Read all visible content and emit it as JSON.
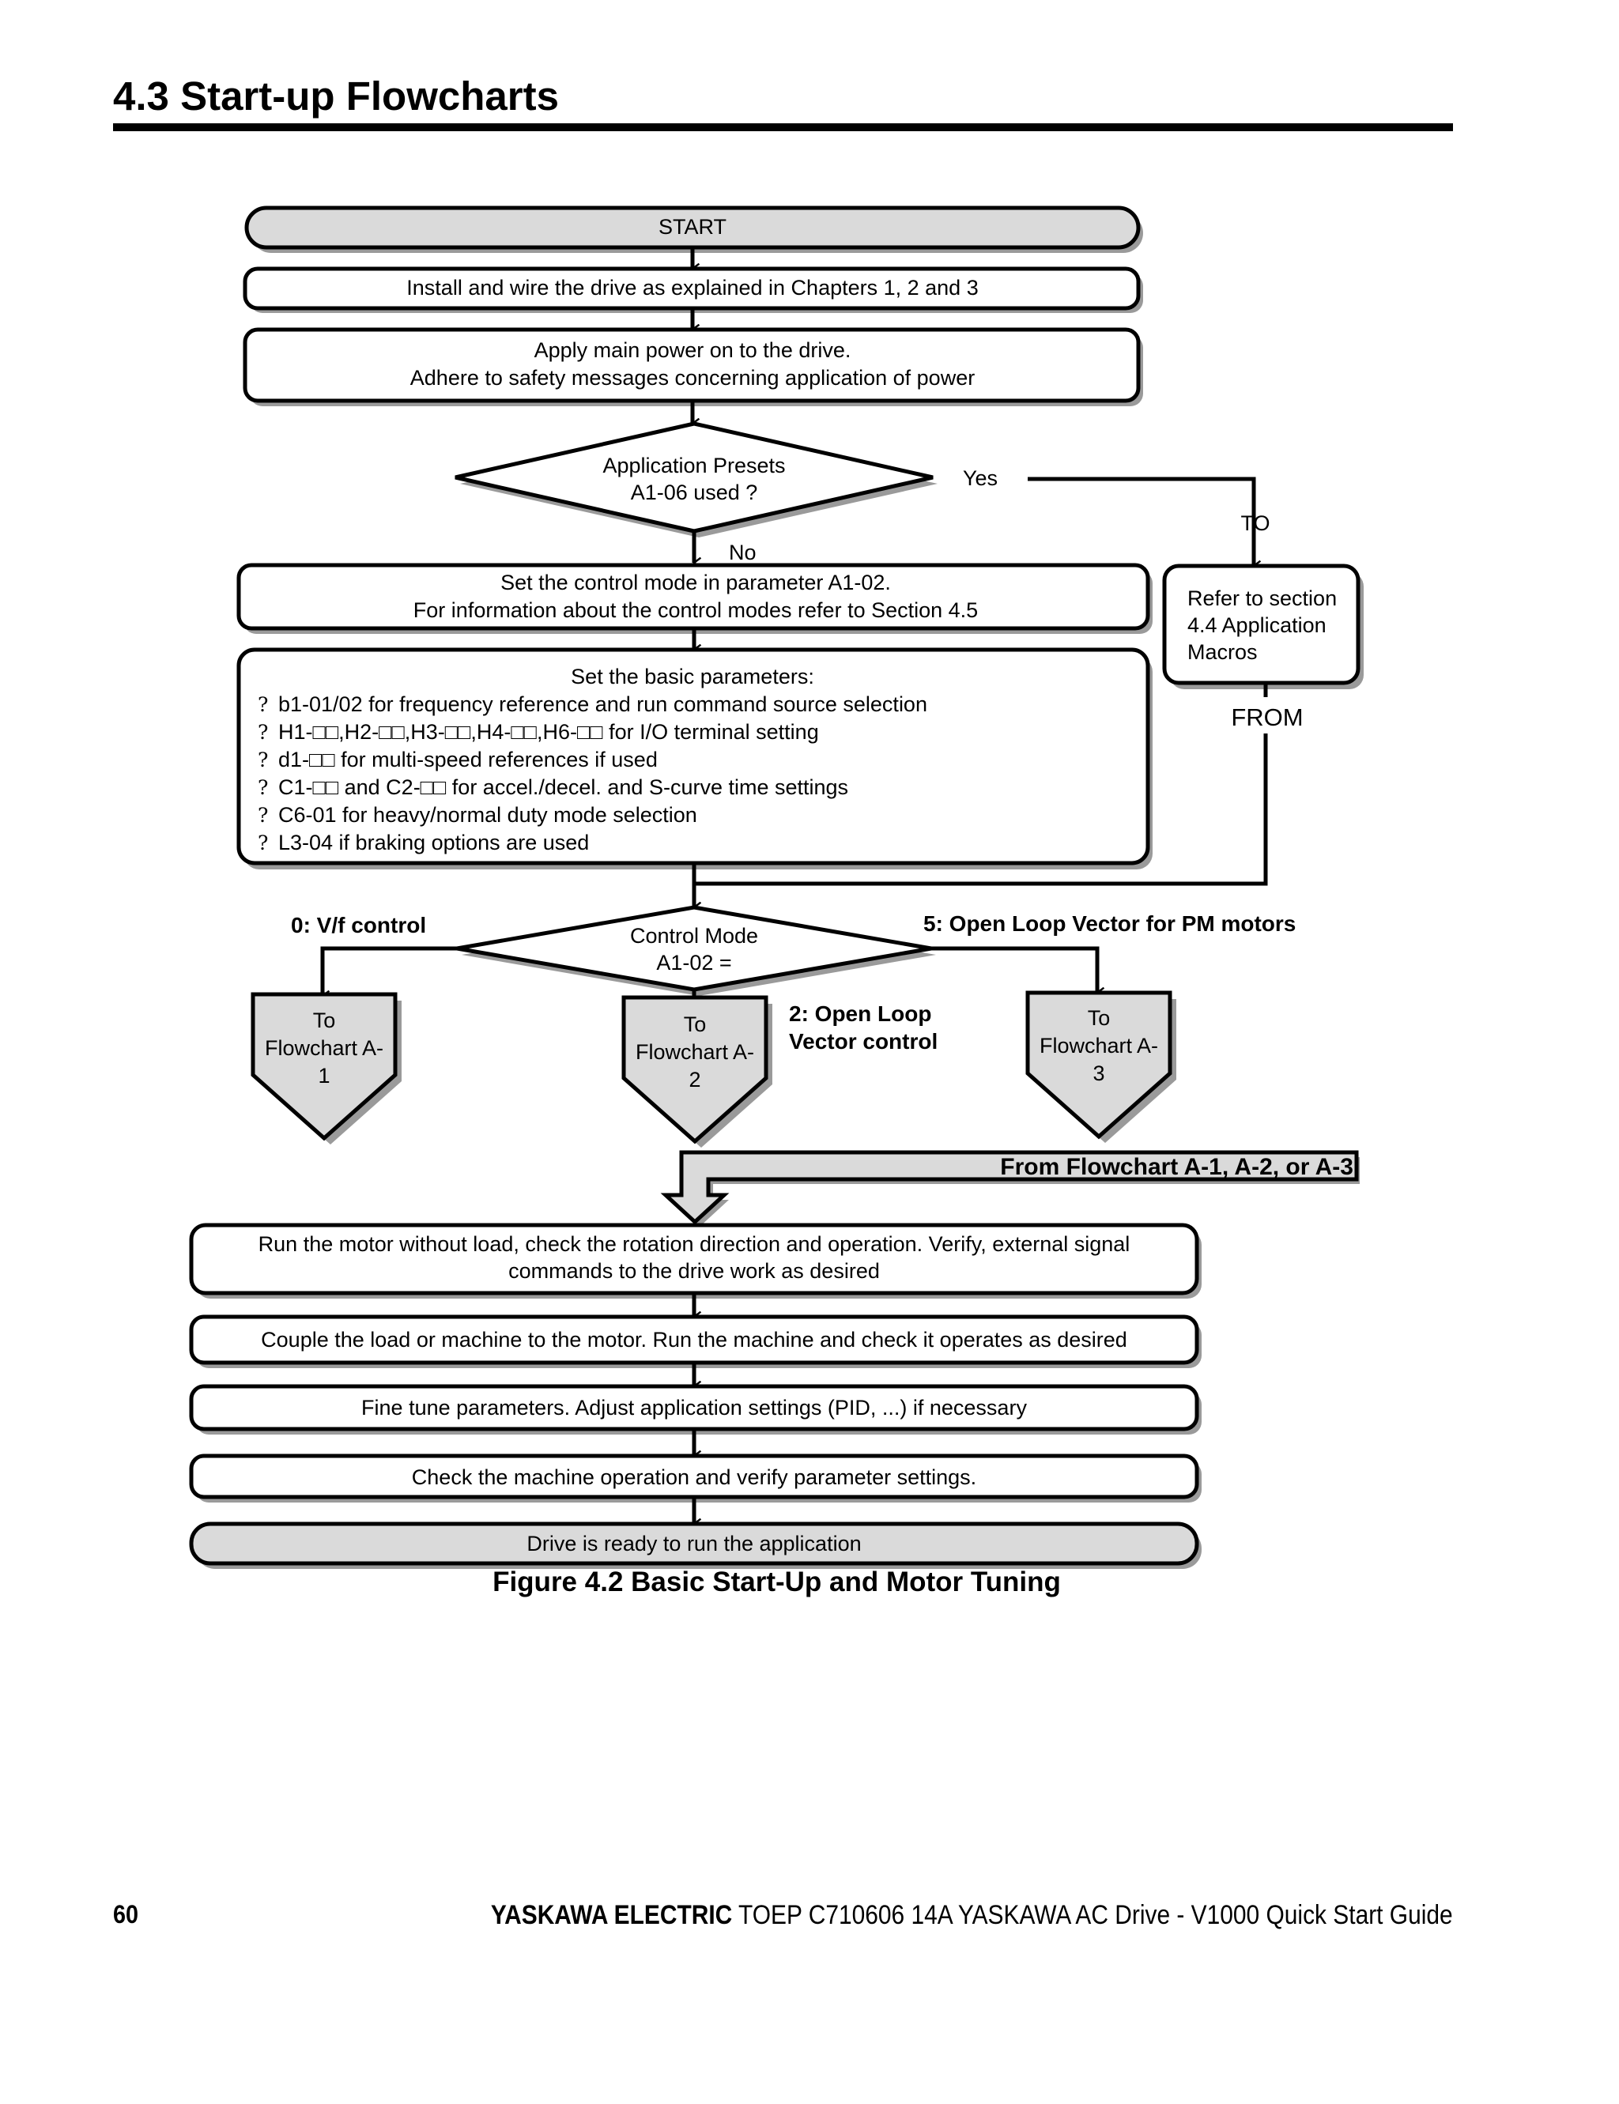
{
  "header": {
    "section_title": "4.3  Start-up Flowcharts"
  },
  "flowchart": {
    "start": "START",
    "install": "Install and wire the drive as explained in Chapters 1, 2 and 3",
    "power": [
      "Apply main power on to the drive.",
      "Adhere to safety messages concerning application of power"
    ],
    "decision_presets": [
      "Application Presets",
      "A1-06 used ?"
    ],
    "yes_label": "Yes",
    "no_label": "No",
    "to_label": "TO",
    "from_label": "FROM",
    "refer_box": [
      "Refer to section",
      "4.4 Application",
      "Macros"
    ],
    "control_mode_box": [
      "Set the control mode in parameter A1-02.",
      "For information about the control modes refer to Section 4.5"
    ],
    "basic_params": {
      "title": "Set the basic parameters:",
      "bullet_glyph": "?",
      "items": [
        "b1-01/02 for frequency reference and run command source selection",
        "H1-□□,H2-□□,H3-□□,H4-□□,H6-□□ for I/O terminal setting",
        "d1-□□ for multi-speed references if used",
        "C1-□□ and C2-□□ for accel./decel. and S-curve time settings",
        "C6-01 for heavy/normal duty mode selection",
        "L3-04 if braking options are used"
      ]
    },
    "decision_control": [
      "Control Mode",
      "A1-02 ="
    ],
    "branch_vf": "0: V/f control",
    "branch_olv": [
      "2: Open Loop",
      "Vector control"
    ],
    "branch_pm": "5: Open Loop Vector for PM motors",
    "connectors": [
      [
        "To",
        "Flowchart A-",
        "1"
      ],
      [
        "To",
        "Flowchart A-",
        "2"
      ],
      [
        "To",
        "Flowchart A-",
        "3"
      ]
    ],
    "from_flowcharts": "From Flowchart A-1, A-2, or A-3",
    "run_motor": [
      "Run the motor without load, check the rotation direction and operation. Verify, external signal",
      "commands to the drive work as desired"
    ],
    "couple_load": "Couple the load or machine to the motor. Run the machine and check it operates as desired",
    "fine_tune": "Fine tune parameters. Adjust application settings (PID, ...) if necessary",
    "check_machine": "Check the machine operation and verify parameter settings.",
    "ready": "Drive is ready to run the application"
  },
  "caption": "Figure 4.2  Basic Start-Up and Motor Tuning",
  "footer": {
    "page_number": "60",
    "brand": "YASKAWA ELECTRIC",
    "doc": " TOEP C710606 14A YASKAWA AC Drive - V1000 Quick Start Guide"
  },
  "colors": {
    "terminal_fill": "#dadada",
    "shadow": "#9a9a9a",
    "stroke": "#000000"
  }
}
